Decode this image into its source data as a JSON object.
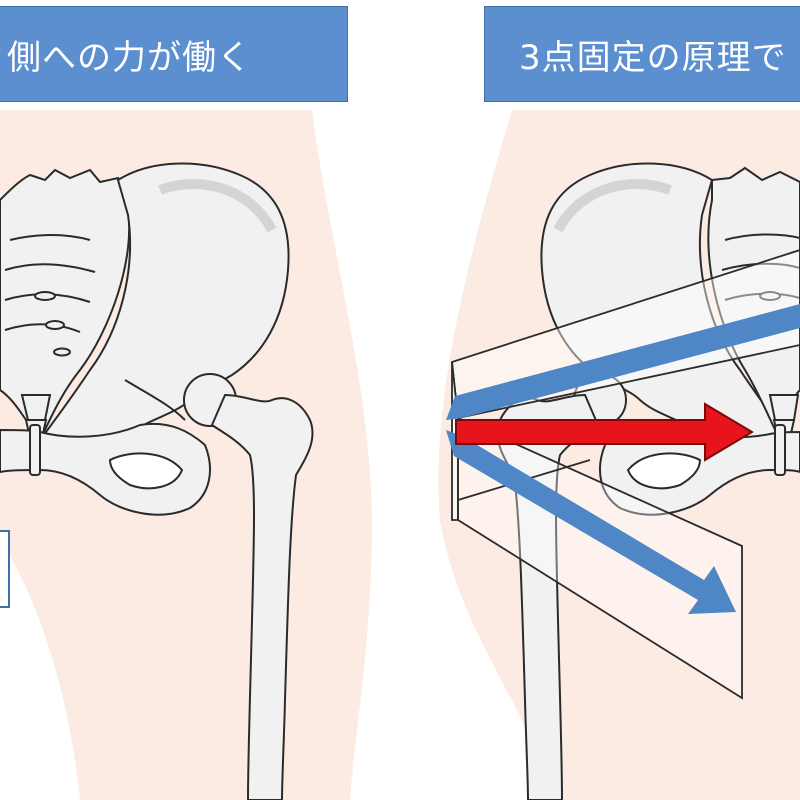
{
  "banners": {
    "left": "側への力が働く",
    "right": "3点固定の原理で"
  },
  "colors": {
    "banner": "#5b8fcf",
    "skin": "#fcebe3",
    "bone_fill": "#f1f1f1",
    "bone_outline": "#2b2b2b",
    "blue_arrow": "#4f86c6",
    "red_arrow": "#e8141b"
  },
  "panels": {
    "left": {
      "content": "pelvis-and-femur-front-view"
    },
    "right": {
      "content": "pelvis-with-three-point-brace",
      "arrows": [
        "blue-arrow-upper",
        "red-arrow-center",
        "blue-arrow-lower"
      ]
    }
  }
}
